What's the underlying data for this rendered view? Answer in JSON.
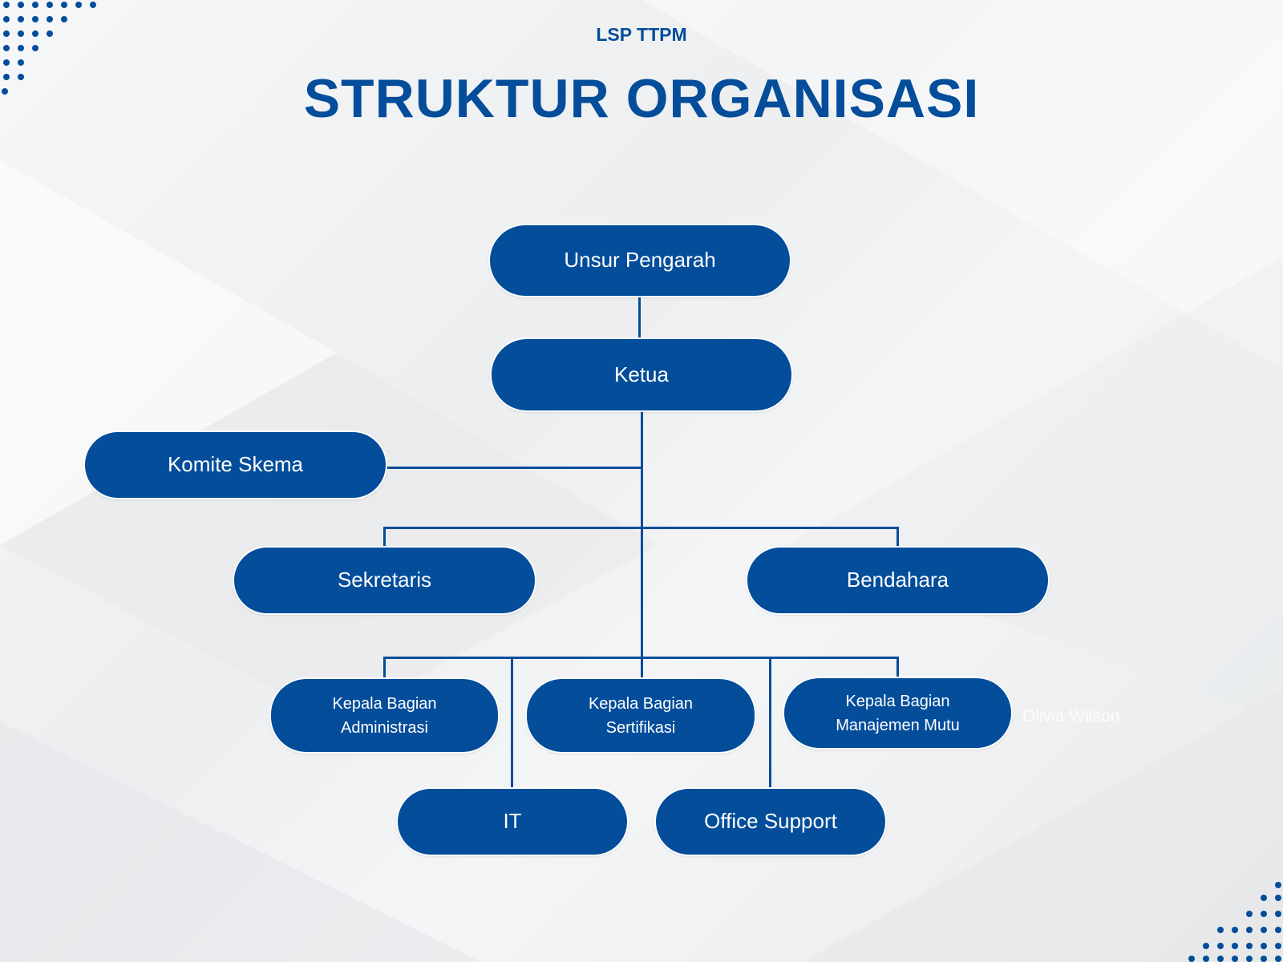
{
  "header": {
    "org": "LSP TTPM",
    "title": "STRUKTUR ORGANISASI"
  },
  "nodes": {
    "unsur_pengarah": "Unsur Pengarah",
    "ketua": "Ketua",
    "komite_skema": "Komite Skema",
    "sekretaris": "Sekretaris",
    "bendahara": "Bendahara",
    "kb_administrasi": "Kepala Bagian\nAdministrasi",
    "kb_sertifikasi": "Kepala Bagian\nSertifikasi",
    "kb_manajemen_mutu": "Kepala Bagian\nManajemen Mutu",
    "it": "IT",
    "office_support": "Office Support"
  },
  "watermark": "Olivia Wilson",
  "colors": {
    "primary": "#034d9a"
  }
}
